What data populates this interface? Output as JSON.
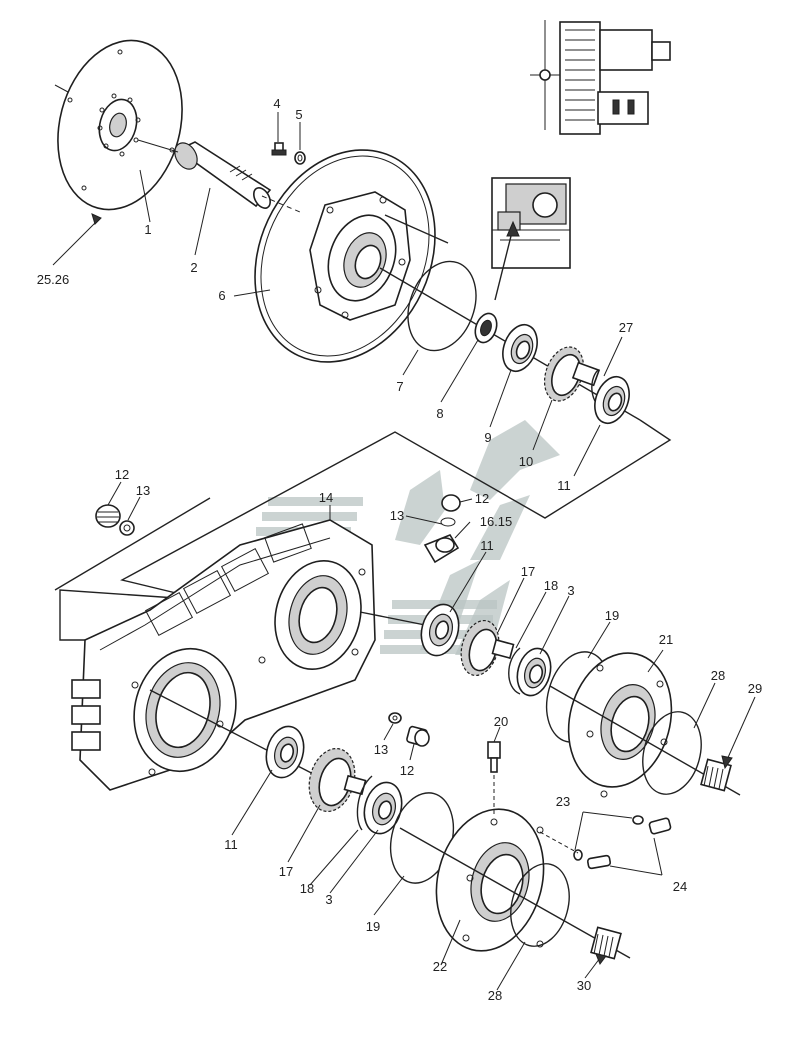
{
  "callouts": {
    "c1": "1",
    "c2": "2",
    "c3a": "3",
    "c3b": "3",
    "c4": "4",
    "c5": "5",
    "c6": "6",
    "c7": "7",
    "c8": "8",
    "c9": "9",
    "c10": "10",
    "c11a": "11",
    "c11b": "11",
    "c11c": "11",
    "c12a": "12",
    "c12b": "12",
    "c12c": "12",
    "c13a": "13",
    "c13b": "13",
    "c13c": "13",
    "c14": "14",
    "c1615": "16.15",
    "c17a": "17",
    "c17b": "17",
    "c18a": "18",
    "c18b": "18",
    "c19a": "19",
    "c19b": "19",
    "c20": "20",
    "c21": "21",
    "c22": "22",
    "c23": "23",
    "c24": "24",
    "c2526": "25.26",
    "c27": "27",
    "c28a": "28",
    "c28b": "28",
    "c29": "29",
    "c30": "30"
  },
  "colors": {
    "ink": "#222222",
    "watermark": "#b9c4c3"
  }
}
